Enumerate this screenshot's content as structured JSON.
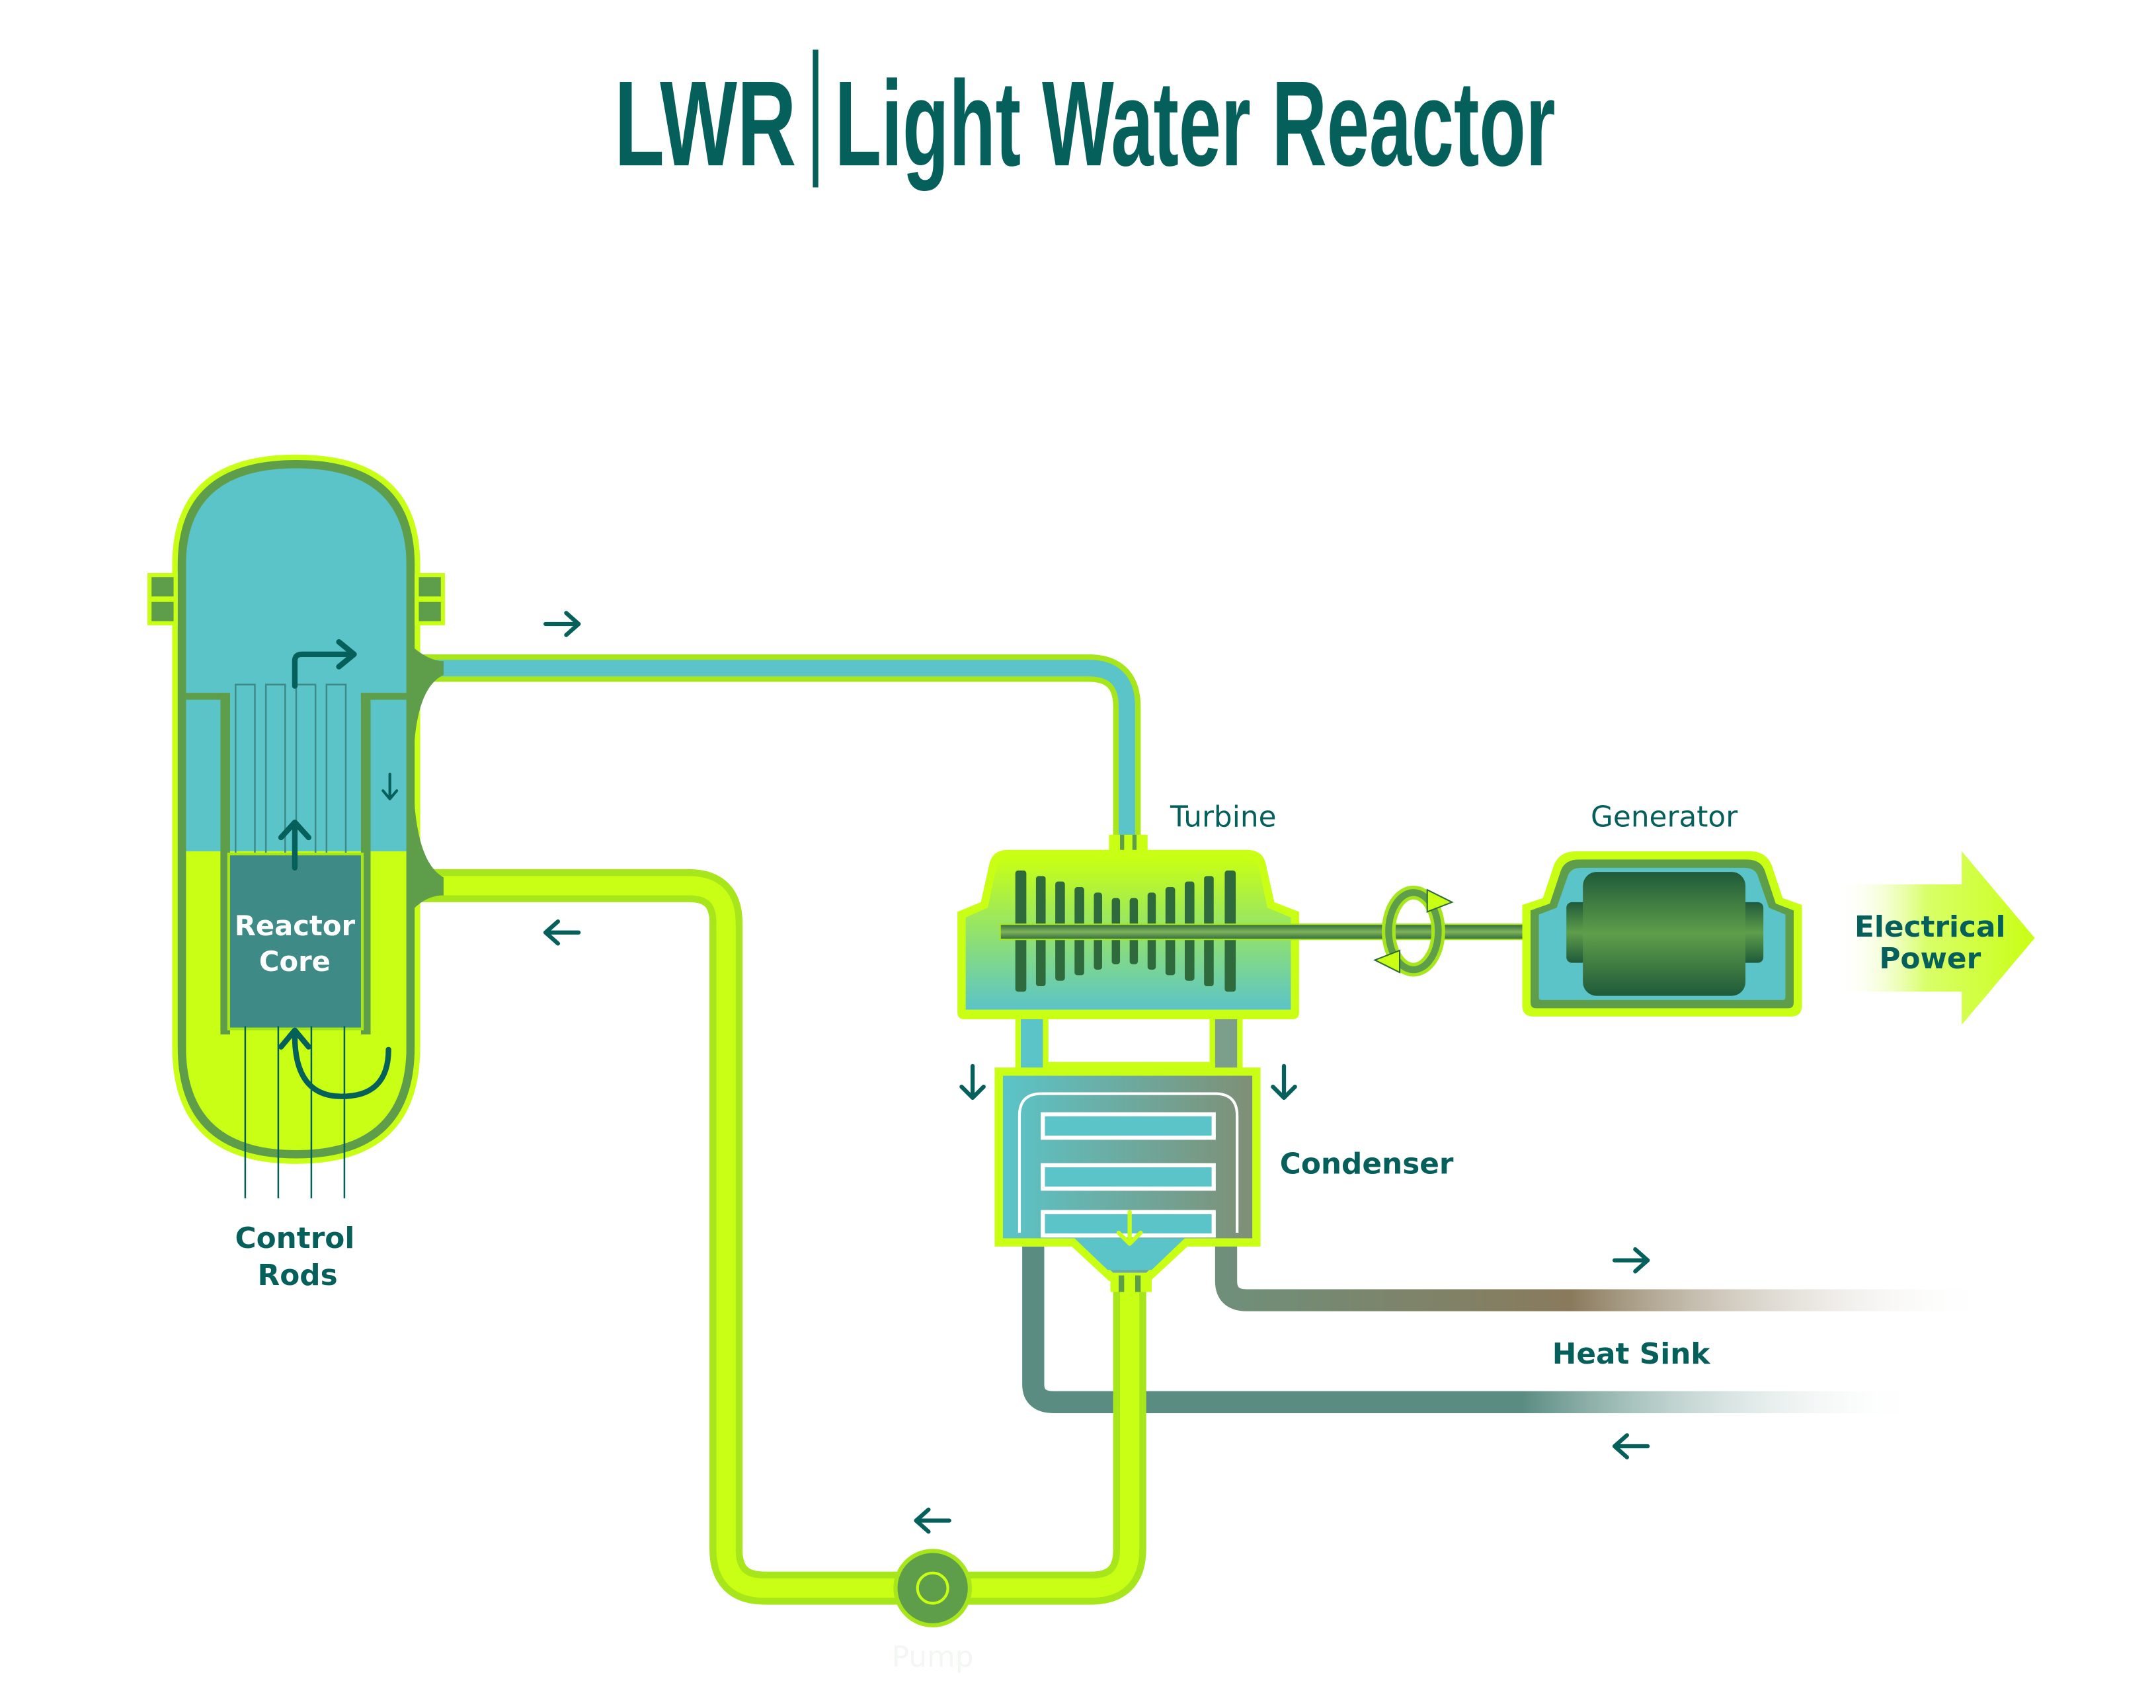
{
  "title": {
    "abbr": "LWR",
    "full": "Light Water Reactor"
  },
  "labels": {
    "reactor_core_line1": "Reactor",
    "reactor_core_line2": "Core",
    "control_rods_line1": "Control",
    "control_rods_line2": "Rods",
    "turbine": "Turbine",
    "generator": "Generator",
    "condenser": "Condenser",
    "heat_sink": "Heat Sink",
    "pump": "Pump",
    "electrical_power_line1": "Electrical",
    "electrical_power_line2": "Power"
  },
  "colors": {
    "dark_teal": "#055f5b",
    "lime": "#c8ff14",
    "lime_outline": "#a6e61b",
    "water_blue": "#5bc4c8",
    "green": "#5e9e4a",
    "dark_green": "#2f6a3c",
    "core_teal": "#3e8a86"
  },
  "icons": {
    "flow_arrow": "arrow-icon",
    "rotation": "rotation-icon",
    "output": "output-arrow-icon"
  }
}
